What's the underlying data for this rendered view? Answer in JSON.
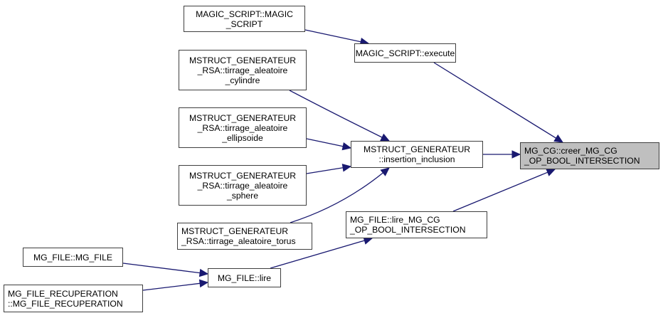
{
  "title": "Caller graph of MG_CG::creer_MG_CG_OP_BOOL_INTERSECTION",
  "colors": {
    "edge": "#191970",
    "node_border": "#3f3f3f",
    "target_fill": "#bfbfbf",
    "node_fill": "#ffffff"
  },
  "nodes": {
    "magic_script_ctor": {
      "lines": [
        "MAGIC_SCRIPT::MAGIC",
        "_SCRIPT"
      ]
    },
    "magic_script_execute": {
      "lines": [
        "MAGIC_SCRIPT::execute"
      ]
    },
    "rsa_cylindre": {
      "lines": [
        "MSTRUCT_GENERATEUR",
        "_RSA::tirrage_aleatoire",
        "_cylindre"
      ]
    },
    "rsa_ellipsoide": {
      "lines": [
        "MSTRUCT_GENERATEUR",
        "_RSA::tirrage_aleatoire",
        "_ellipsoide"
      ]
    },
    "rsa_sphere": {
      "lines": [
        "MSTRUCT_GENERATEUR",
        "_RSA::tirrage_aleatoire",
        "_sphere"
      ]
    },
    "rsa_torus": {
      "lines": [
        "MSTRUCT_GENERATEUR",
        "_RSA::tirrage_aleatoire_torus"
      ]
    },
    "insertion_inclusion": {
      "lines": [
        "MSTRUCT_GENERATEUR",
        "::insertion_inclusion"
      ]
    },
    "lire_mg_cg_op_bool": {
      "lines": [
        "MG_FILE::lire_MG_CG",
        "_OP_BOOL_INTERSECTION"
      ]
    },
    "mg_file_ctor": {
      "lines": [
        "MG_FILE::MG_FILE"
      ]
    },
    "mg_file_recuperation": {
      "lines": [
        "MG_FILE_RECUPERATION",
        "::MG_FILE_RECUPERATION"
      ]
    },
    "mg_file_lire": {
      "lines": [
        "MG_FILE::lire"
      ]
    },
    "target": {
      "lines": [
        "MG_CG::creer_MG_CG",
        "_OP_BOOL_INTERSECTION"
      ]
    }
  },
  "edges": [
    {
      "from": "magic_script_ctor",
      "to": "magic_script_execute"
    },
    {
      "from": "magic_script_execute",
      "to": "target"
    },
    {
      "from": "rsa_cylindre",
      "to": "insertion_inclusion"
    },
    {
      "from": "rsa_ellipsoide",
      "to": "insertion_inclusion"
    },
    {
      "from": "rsa_sphere",
      "to": "insertion_inclusion"
    },
    {
      "from": "rsa_torus",
      "to": "insertion_inclusion"
    },
    {
      "from": "insertion_inclusion",
      "to": "target"
    },
    {
      "from": "lire_mg_cg_op_bool",
      "to": "target"
    },
    {
      "from": "mg_file_ctor",
      "to": "mg_file_lire"
    },
    {
      "from": "mg_file_recuperation",
      "to": "mg_file_lire"
    },
    {
      "from": "mg_file_lire",
      "to": "lire_mg_cg_op_bool"
    }
  ]
}
